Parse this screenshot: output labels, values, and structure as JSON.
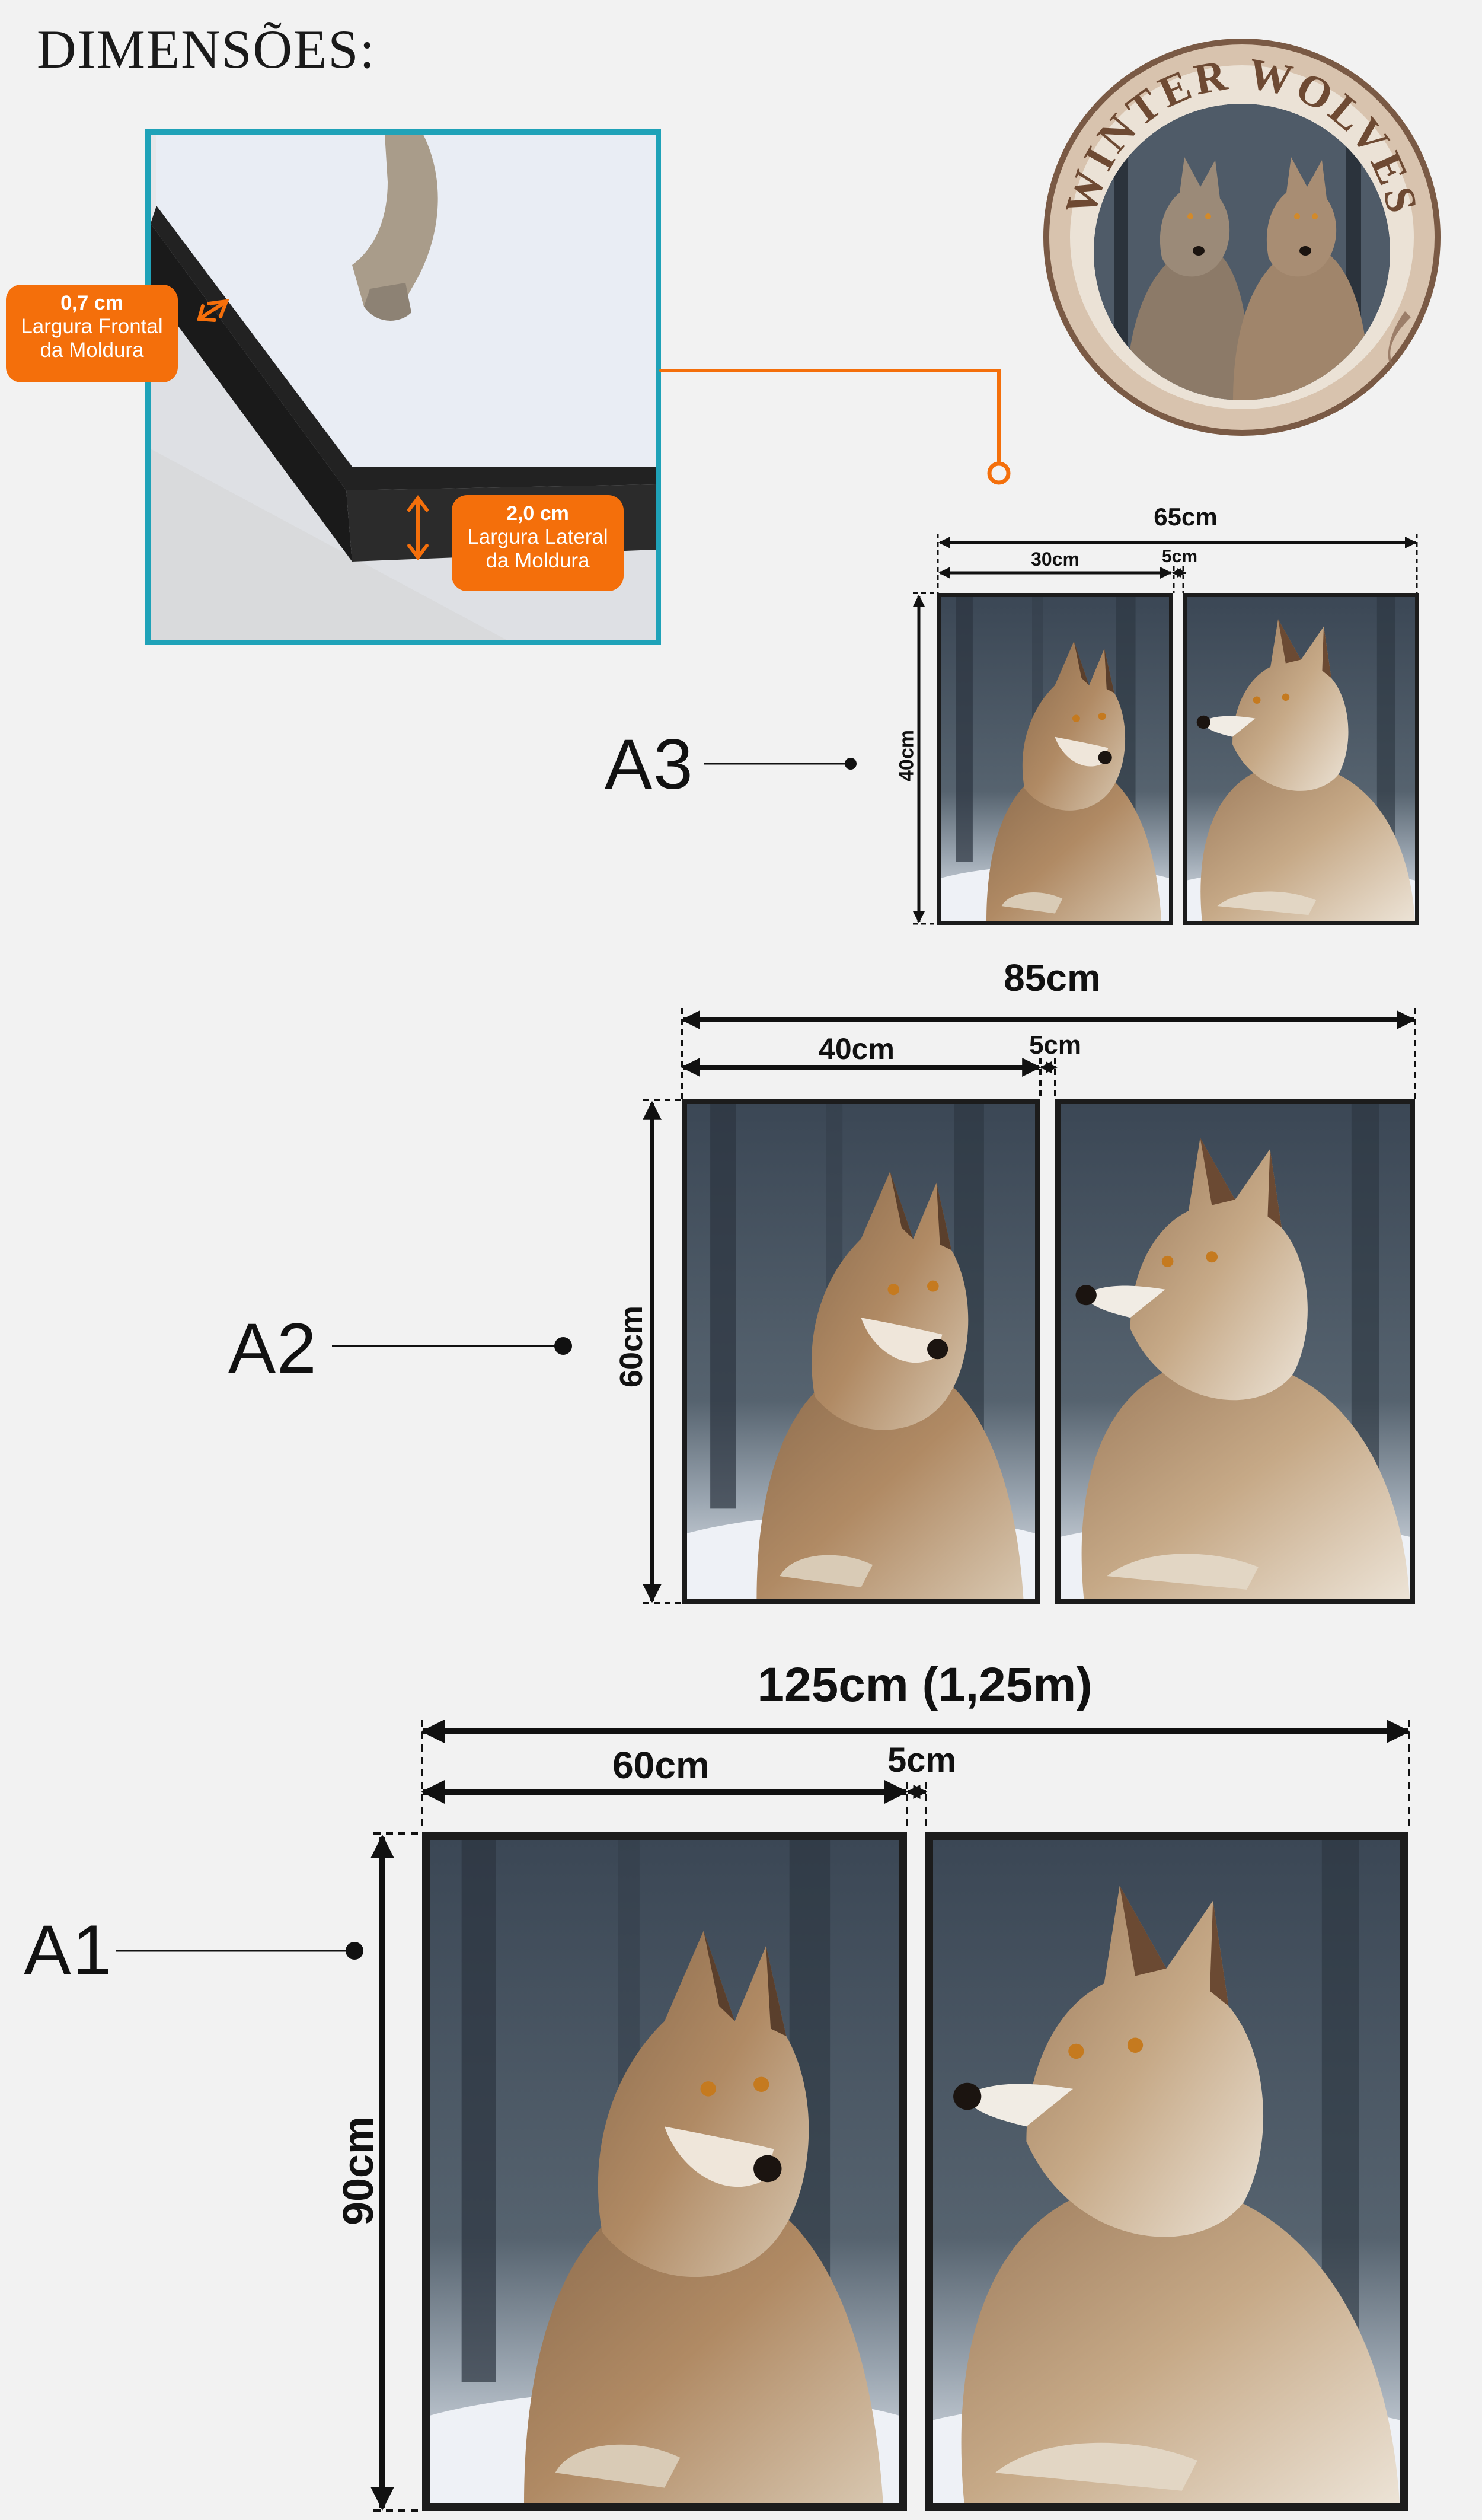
{
  "title": "DIMENSÕES:",
  "logo": {
    "text": "WINTER WOLVES",
    "icon": "wolves-logo-icon"
  },
  "frame_detail": {
    "front": {
      "value": "0,7 cm",
      "label_line1": "Largura Frontal",
      "label_line2": "da Moldura"
    },
    "side": {
      "value": "2,0 cm",
      "label_line1": "Largura Lateral",
      "label_line2": "da Moldura"
    }
  },
  "sizes": [
    {
      "name": "A3",
      "total_width": "65cm",
      "panel_width": "30cm",
      "gap": "5cm",
      "height": "40cm"
    },
    {
      "name": "A2",
      "total_width": "85cm",
      "panel_width": "40cm",
      "gap": "5cm",
      "height": "60cm"
    },
    {
      "name": "A1",
      "total_width": "125cm (1,25m)",
      "panel_width": "60cm",
      "gap": "5cm",
      "height": "90cm"
    }
  ],
  "colors": {
    "accent": "#f46f0b",
    "frame_border": "#1fa2b8",
    "logo_ring": "#7a5a45",
    "frame": "#1c1c1c"
  }
}
